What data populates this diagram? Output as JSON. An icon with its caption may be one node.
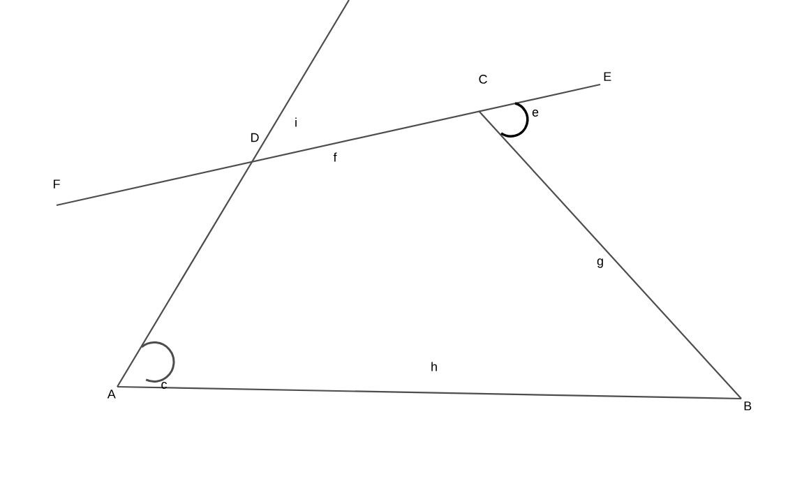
{
  "diagram": {
    "nodes": [
      {
        "text": [
          "A"
        ]
      },
      {
        "text": [
          "B"
        ]
      },
      {
        "text": [
          "C"
        ]
      },
      {
        "text": [
          "E"
        ]
      },
      {
        "text": [
          "F"
        ]
      }
    ],
    "edges": [
      {
        "from": 0,
        "to": 1,
        "arrow": "none",
        "label": "h"
      },
      {
        "from": 1,
        "to": 2,
        "arrow": "none",
        "label": "g"
      },
      {
        "from": 4,
        "to": 3,
        "arrow": "none",
        "label": "f"
      },
      {
        "from": 0,
        "to": null,
        "arrow": "none",
        "label": "i"
      }
    ],
    "labels": [
      "D",
      "c",
      "e"
    ]
  }
}
